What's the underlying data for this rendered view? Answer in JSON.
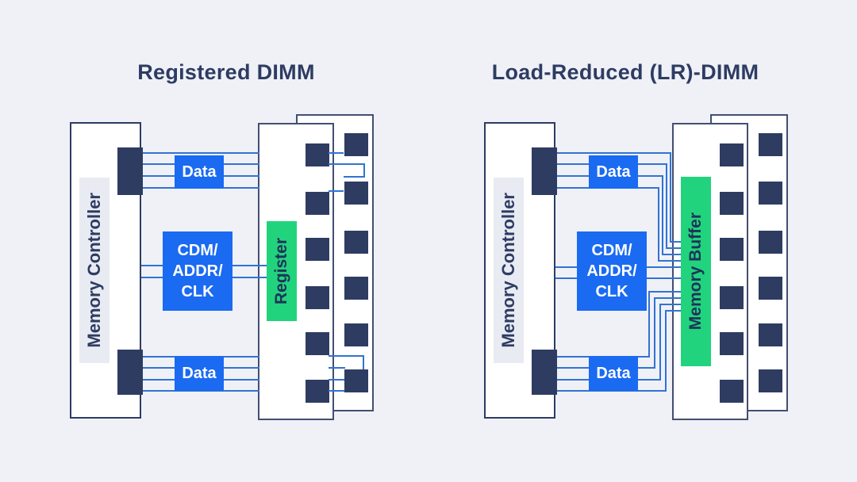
{
  "colors": {
    "background": "#eff1f7",
    "navy": "#2e3c62",
    "accent_blue": "#1a6af2",
    "accent_green": "#22d37e",
    "wire_blue": "#3173d3",
    "controller_strip_gray": "#e8ebf2",
    "board_white": "#ffffff"
  },
  "diagrams": [
    {
      "title": "Registered DIMM",
      "controller_label": "Memory Controller",
      "data_top_label": "Data",
      "data_bottom_label": "Data",
      "bus_lines": [
        "CDM/",
        "ADDR/",
        "CLK"
      ],
      "buffer_label": "Register"
    },
    {
      "title": "Load-Reduced (LR)-DIMM",
      "controller_label": "Memory Controller",
      "data_top_label": "Data",
      "data_bottom_label": "Data",
      "bus_lines": [
        "CDM/",
        "ADDR/",
        "CLK"
      ],
      "buffer_label": "Memory Buffer"
    }
  ]
}
